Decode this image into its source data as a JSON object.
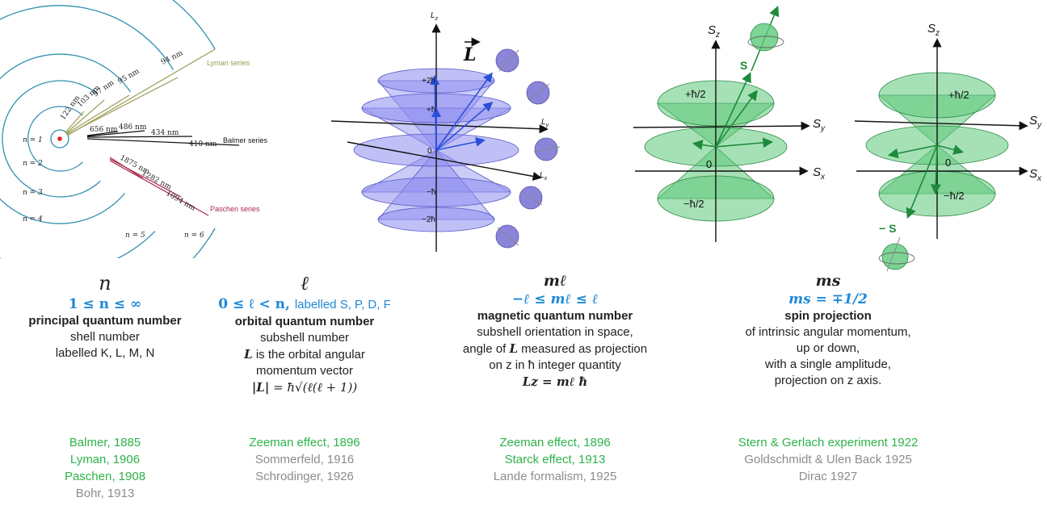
{
  "bohr_diagram": {
    "shells": [
      "n = 1",
      "n = 2",
      "n = 3",
      "n = 4",
      "n = 5",
      "n = 6"
    ],
    "lyman_lines": [
      "122 nm",
      "103 nm",
      "97 nm",
      "95 nm",
      "94 nm"
    ],
    "balmer_lines": [
      "656 nm",
      "486 nm",
      "434 nm",
      "410 nm"
    ],
    "paschen_lines": [
      "1875 nm",
      "1282 nm",
      "1094 nm"
    ],
    "series": {
      "lyman": "Lyman series",
      "balmer": "Balmer series",
      "paschen": "Paschen series"
    },
    "colors": {
      "shell": "#2f8fb0",
      "lyman": "#9a9a55",
      "balmer": "#111111",
      "paschen": "#a8284a",
      "nucleus": "#e0202a"
    }
  },
  "orbital_diagram": {
    "axis_z": "Lz",
    "axis_y": "Ly",
    "axis_x": "Lx",
    "vector": "L",
    "levels": [
      "+2ħ",
      "+ħ",
      "0",
      "−ħ",
      "−2ħ"
    ],
    "colors": {
      "cone": "#8c8cf0",
      "vector": "#2a4fd8",
      "ball": "#8a85d8"
    }
  },
  "spin_up_diagram": {
    "axis_z": "Sz",
    "axis_y": "Sy",
    "axis_x": "Sx",
    "vector": "S",
    "levels": [
      "+ħ/2",
      "0",
      "−ħ/2"
    ],
    "colors": {
      "cone": "#5cc97a",
      "vector": "#1e8a3c"
    }
  },
  "spin_down_diagram": {
    "axis_z": "Sz",
    "axis_y": "Sy",
    "axis_x": "Sx",
    "vector": "− S",
    "levels": [
      "+ħ/2",
      "0",
      "−ħ/2"
    ]
  },
  "columns": {
    "n": {
      "symbol": "n",
      "range": "1 ≤ n ≤ ∞",
      "name": "principal quantum number",
      "lines": [
        "shell number",
        "labelled K, L, M, N"
      ],
      "history_green": [
        "Balmer, 1885",
        "Lyman, 1906",
        "Paschen, 1908"
      ],
      "history_grey": [
        "Bohr, 1913"
      ]
    },
    "l": {
      "symbol": "ℓ",
      "range": "0 ≤ ℓ < n,",
      "range_suffix": "labelled S, P, D, F",
      "name": "orbital quantum number",
      "lines": [
        "subshell number"
      ],
      "vec_line_sym": "L",
      "vec_line_text": "is the orbital angular",
      "vec_line2": "momentum vector",
      "formula_lhs": "|L|",
      "formula_rhs": "= ħ√(ℓ(ℓ + 1))",
      "history_green": [
        "Zeeman effect, 1896"
      ],
      "history_grey": [
        "Sommerfeld, 1916",
        "Schrodinger, 1926"
      ]
    },
    "ml": {
      "symbol": "mℓ",
      "range": "−ℓ ≤ mℓ ≤ ℓ",
      "name": "magnetic quantum number",
      "line1": "subshell orientation in space,",
      "line2_pre": "angle of",
      "line2_sym": "L",
      "line2_post": "measured as projection",
      "line3": "on z in ħ integer quantity",
      "formula": "Lz = mℓ ħ",
      "history_green": [
        "Zeeman effect, 1896",
        "Starck effect, 1913"
      ],
      "history_grey": [
        "Lande formalism, 1925"
      ]
    },
    "ms": {
      "symbol": "ms",
      "range": "ms = ∓1/2",
      "name": "spin projection",
      "lines": [
        "of intrinsic angular momentum,",
        "up or down,",
        "with a single amplitude,",
        "projection on z axis."
      ],
      "history_green": [
        "Stern & Gerlach experiment 1922"
      ],
      "history_grey": [
        "Goldschmidt & Ulen Back 1925",
        "Dirac 1927"
      ]
    }
  }
}
